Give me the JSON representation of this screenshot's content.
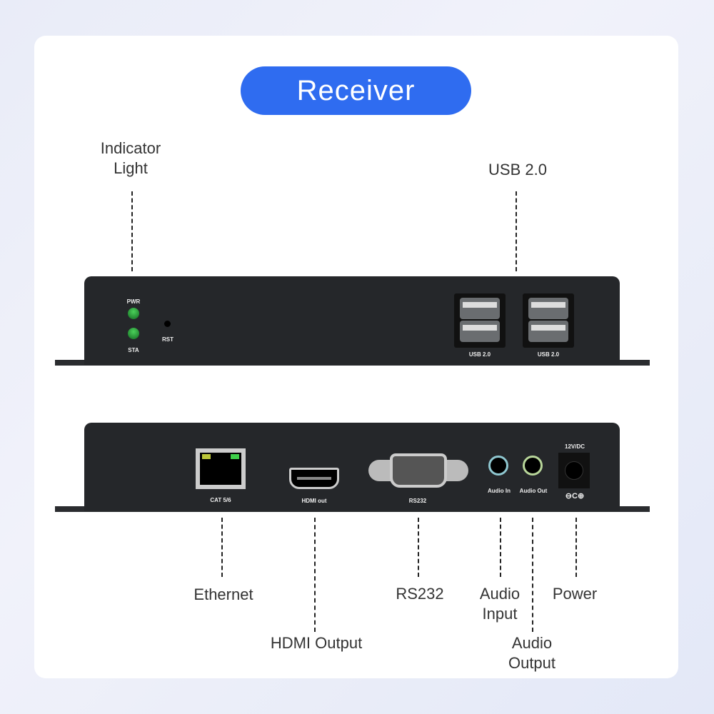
{
  "title": "Receiver",
  "callouts": {
    "indicator": [
      "Indicator",
      "Light"
    ],
    "usb": "USB 2.0",
    "ethernet": "Ethernet",
    "hdmi": "HDMI Output",
    "rs232": "RS232",
    "audio_in": [
      "Audio",
      "Input"
    ],
    "audio_out": [
      "Audio",
      "Output"
    ],
    "power": "Power"
  },
  "front_panel": {
    "pwr": "PWR",
    "sta": "STA",
    "rst": "RST",
    "usb1": "USB 2.0",
    "usb2": "USB 2.0"
  },
  "rear_panel": {
    "cat": "CAT 5/6",
    "hdmi": "HDMI out",
    "rs232": "RS232",
    "audio_in": "Audio In",
    "audio_out": "Audio Out",
    "dc": "12V/DC",
    "polarity": "⊖C⊕"
  },
  "colors": {
    "accent": "#2f6cf0",
    "device": "#25272a"
  }
}
